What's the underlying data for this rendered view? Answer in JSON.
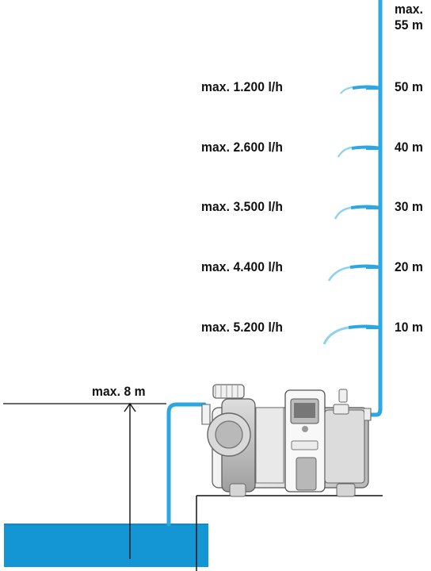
{
  "diagram": {
    "colors": {
      "water": "#1596d4",
      "pipe": "#2da7df",
      "ink": "#111111",
      "pump_light": "#d9d9d9",
      "pump_dark": "#6f6f6f"
    },
    "max_height": {
      "line1": "max.",
      "line2": "55 m"
    },
    "levels": [
      {
        "height": "50 m",
        "flow": "max. 1.200 l/h"
      },
      {
        "height": "40 m",
        "flow": "max. 2.600 l/h"
      },
      {
        "height": "30 m",
        "flow": "max. 3.500 l/h"
      },
      {
        "height": "20 m",
        "flow": "max. 4.400 l/h"
      },
      {
        "height": "10 m",
        "flow": "max. 5.200 l/h"
      }
    ],
    "suction_height": "max. 8 m",
    "icons": [
      "pump-icon",
      "control-panel-icon"
    ]
  }
}
